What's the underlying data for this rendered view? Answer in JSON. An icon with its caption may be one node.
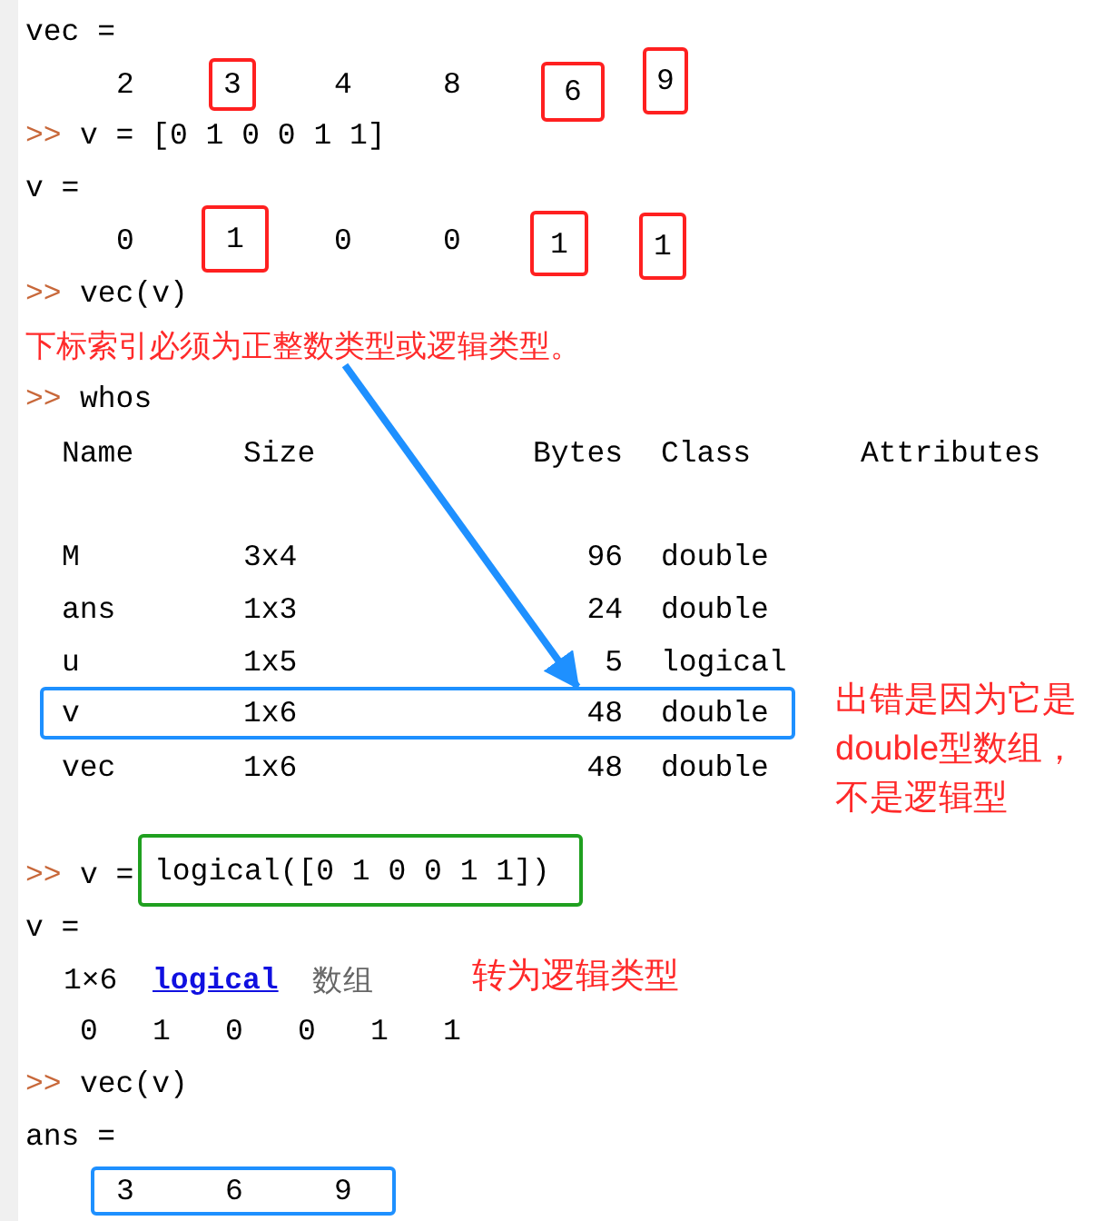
{
  "diagram": {
    "nodes": [
      {
        "text": [
          "3"
        ]
      },
      {
        "text": [
          "6"
        ]
      },
      {
        "text": [
          "9"
        ]
      },
      {
        "text": [
          "1"
        ]
      },
      {
        "text": [
          "1"
        ]
      },
      {
        "text": [
          "1"
        ]
      },
      {
        "text": [
          "下标索引必须为正整数类型或逻辑类型。"
        ]
      },
      {
        "text": [
          "v",
          "1x6",
          "48",
          "double"
        ]
      },
      {
        "text": [
          "logical([0 1 0 0 1 1])"
        ]
      },
      {
        "text": [
          "3",
          "6",
          "9"
        ]
      }
    ],
    "edges": [
      {
        "from": 6,
        "to": 7,
        "arrow": "to",
        "color": "#1e90ff"
      }
    ],
    "labels": [
      "vec =",
      "2",
      "4",
      "8",
      ">>",
      "v = [0 1 0 0 1 1]",
      "v =",
      "0",
      "0",
      "0",
      ">>",
      "vec(v)",
      ">>",
      "whos",
      "Name",
      "Size",
      "Bytes",
      "Class",
      "Attributes",
      "M",
      "3x4",
      "96",
      "double",
      "ans",
      "1x3",
      "24",
      "double",
      "u",
      "1x5",
      "5",
      "logical",
      "vec",
      "1x6",
      "48",
      "double",
      "出错是因为它是double型数组，不是逻辑型",
      ">>",
      "v =",
      "v =",
      "1×6",
      "logical",
      "数组",
      "转为逻辑类型",
      "0",
      "1",
      "0",
      "0",
      "1",
      "1",
      ">>",
      "vec(v)",
      "ans ="
    ]
  }
}
